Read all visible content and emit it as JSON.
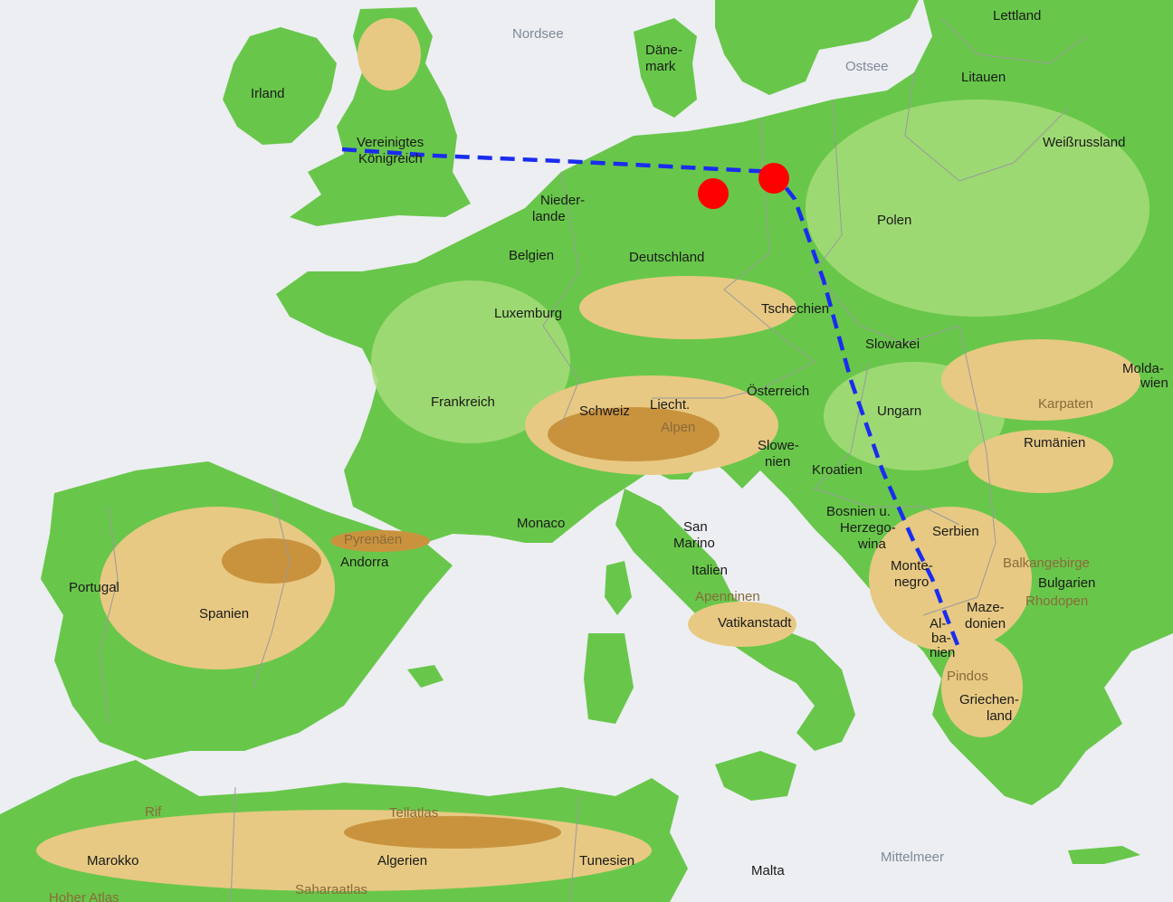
{
  "colors": {
    "sea": "#eceef2",
    "lowland": "#68c74a",
    "plain": "#a7dc7a",
    "hills": "#e7c983",
    "mountains": "#c9933e",
    "route": "#1a2cf0",
    "marker": "#ff0000"
  },
  "seas": {
    "nordsee": "Nordsee",
    "ostsee": "Ostsee",
    "mittelmeer": "Mittelmeer"
  },
  "countries": {
    "irland": "Irland",
    "uk": [
      "Vereinigtes",
      "Königreich"
    ],
    "daenemark": [
      "Däne-",
      "mark"
    ],
    "lettland": "Lettland",
    "litauen": "Litauen",
    "weissrussland": "Weißrussland",
    "niederlande": [
      "Nieder-",
      "lande"
    ],
    "belgien": "Belgien",
    "deutschland": "Deutschland",
    "polen": "Polen",
    "luxemburg": "Luxemburg",
    "tschechien": "Tschechien",
    "slowakei": "Slowakei",
    "moldawien": [
      "Molda-",
      "wien"
    ],
    "frankreich": "Frankreich",
    "schweiz": "Schweiz",
    "liechtenstein": "Liecht.",
    "oesterreich": "Österreich",
    "ungarn": "Ungarn",
    "rumaenien": "Rumänien",
    "slowenien": [
      "Slowe-",
      "nien"
    ],
    "kroatien": "Kroatien",
    "bosnien": [
      "Bosnien u.",
      "Herzego-",
      "wina"
    ],
    "serbien": "Serbien",
    "montenegro": [
      "Monte-",
      "negro"
    ],
    "bulgarien": "Bulgarien",
    "mazedonien": [
      "Maze-",
      "donien"
    ],
    "albanien": [
      "Al-",
      "ba-",
      "nien"
    ],
    "griechenland": [
      "Griechen-",
      "land"
    ],
    "monaco": "Monaco",
    "andorra": "Andorra",
    "san_marino": [
      "San",
      "Marino"
    ],
    "italien": "Italien",
    "vatikanstadt": "Vatikanstadt",
    "portugal": "Portugal",
    "spanien": "Spanien",
    "marokko": "Marokko",
    "algerien": "Algerien",
    "tunesien": "Tunesien",
    "malta": "Malta"
  },
  "mountains": {
    "alpen": "Alpen",
    "karpaten": "Karpaten",
    "pyrenaeen": "Pyrenäen",
    "apenninen": "Apenninen",
    "balkangebirge": "Balkangebirge",
    "rhodopen": "Rhodopen",
    "pindos": "Pindos",
    "rif": "Rif",
    "tellatlas": "Tellatlas",
    "saharaatlas": "Saharaatlas",
    "hoher_atlas": "Hoher Atlas"
  }
}
